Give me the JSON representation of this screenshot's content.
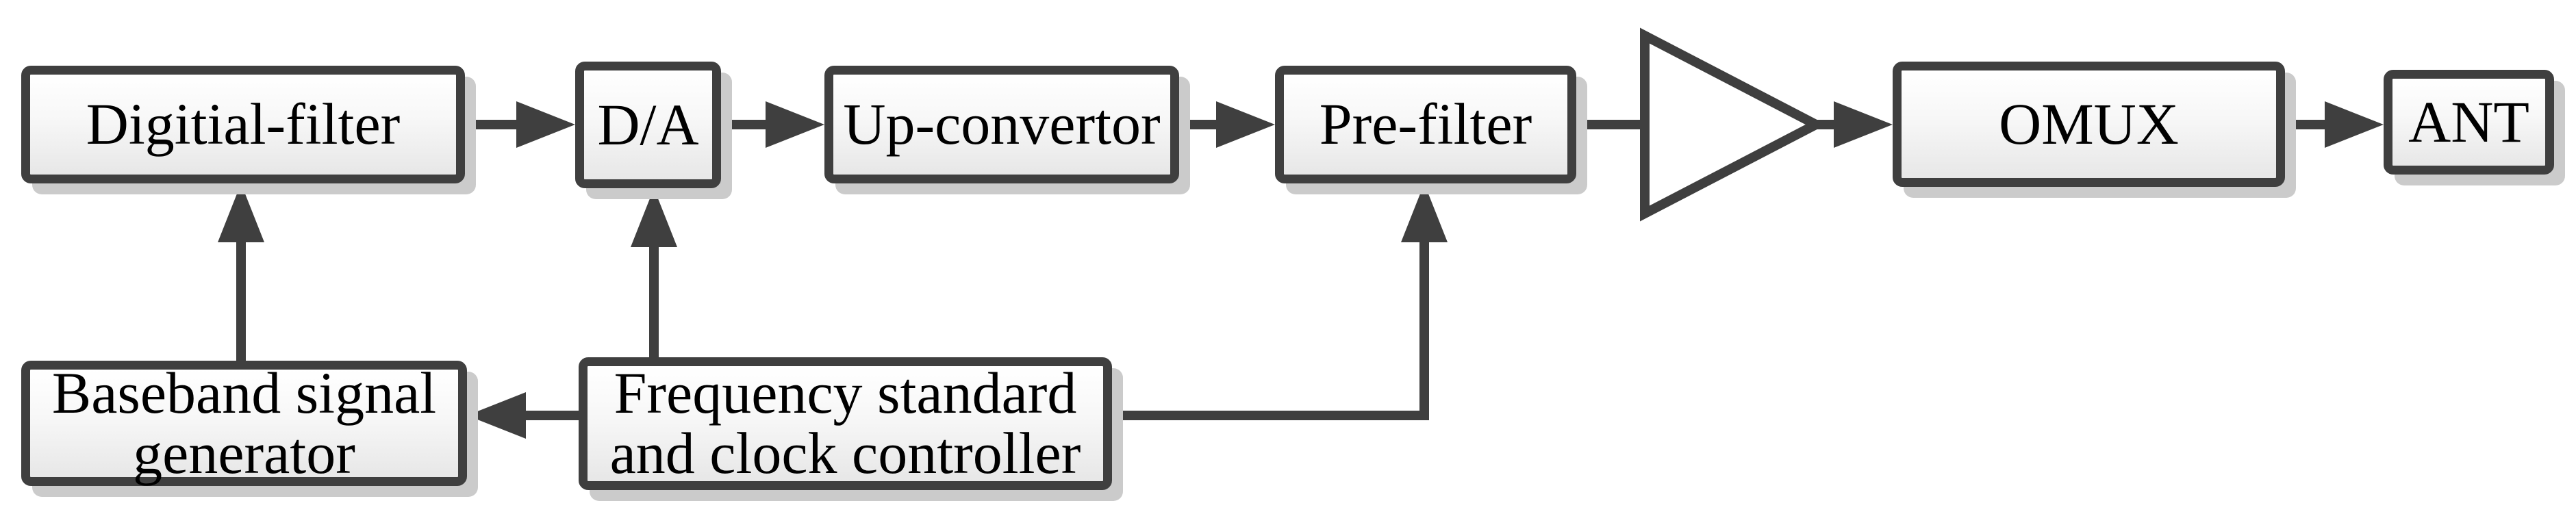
{
  "blocks": {
    "digital_filter": {
      "label": "Digitial-filter"
    },
    "da_converter": {
      "label": "D/A"
    },
    "up_convertor": {
      "label": "Up-convertor"
    },
    "pre_filter": {
      "label": "Pre-filter"
    },
    "omux": {
      "label": "OMUX"
    },
    "ant": {
      "label": "ANT"
    },
    "baseband_generator": {
      "line1": "Baseband signal",
      "line2": "generator"
    },
    "frequency_controller": {
      "line1": "Frequency standard",
      "line2": "and clock controller"
    }
  },
  "symbols": {
    "amplifier": "amplifier-triangle"
  },
  "connections": [
    {
      "from": "digital_filter",
      "to": "da_converter",
      "arrowhead": true,
      "direction": "right"
    },
    {
      "from": "da_converter",
      "to": "up_convertor",
      "arrowhead": true,
      "direction": "right"
    },
    {
      "from": "up_convertor",
      "to": "pre_filter",
      "arrowhead": true,
      "direction": "right"
    },
    {
      "from": "pre_filter",
      "to": "amplifier",
      "arrowhead": false,
      "direction": "right"
    },
    {
      "from": "amplifier",
      "to": "omux",
      "arrowhead": true,
      "direction": "right"
    },
    {
      "from": "omux",
      "to": "ant",
      "arrowhead": true,
      "direction": "right"
    },
    {
      "from": "baseband_generator",
      "to": "digital_filter",
      "arrowhead": true,
      "direction": "up"
    },
    {
      "from": "frequency_controller",
      "to": "da_converter",
      "arrowhead": true,
      "direction": "up"
    },
    {
      "from": "frequency_controller",
      "to": "baseband_generator",
      "arrowhead": true,
      "direction": "left"
    },
    {
      "from": "frequency_controller",
      "to": "pre_filter",
      "arrowhead": true,
      "direction": "right-then-up"
    }
  ],
  "colors": {
    "stroke": "#3f3f3f",
    "box_fill_top": "#ffffff",
    "box_fill_bottom": "#e7e7e7",
    "shadow": "#cbcbcb",
    "text": "#000000",
    "background": "#ffffff"
  }
}
